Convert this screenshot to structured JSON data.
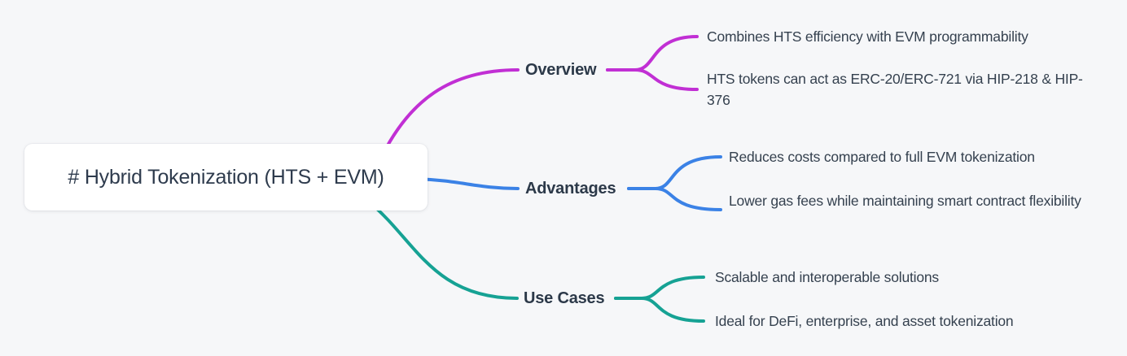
{
  "canvas": {
    "background": "#f6f7f9",
    "root_box_bg": "#ffffff",
    "root_text_color": "#2e3b4d",
    "label_text_color": "#2c3949",
    "leaf_text_color": "#35414f"
  },
  "root": {
    "label": "# Hybrid Tokenization (HTS + EVM)"
  },
  "branches": [
    {
      "label": "Overview",
      "color": "#c12fd4",
      "children": [
        "Combines HTS efficiency with EVM programmability",
        "HTS tokens can act as ERC-20/ERC-721 via HIP-218 & HIP-376"
      ]
    },
    {
      "label": "Advantages",
      "color": "#3b82e6",
      "children": [
        "Reduces costs compared to full EVM tokenization",
        "Lower gas fees while maintaining smart contract flexibility"
      ]
    },
    {
      "label": "Use Cases",
      "color": "#16a294",
      "children": [
        "Scalable and interoperable solutions",
        "Ideal for DeFi, enterprise, and asset tokenization"
      ]
    }
  ]
}
